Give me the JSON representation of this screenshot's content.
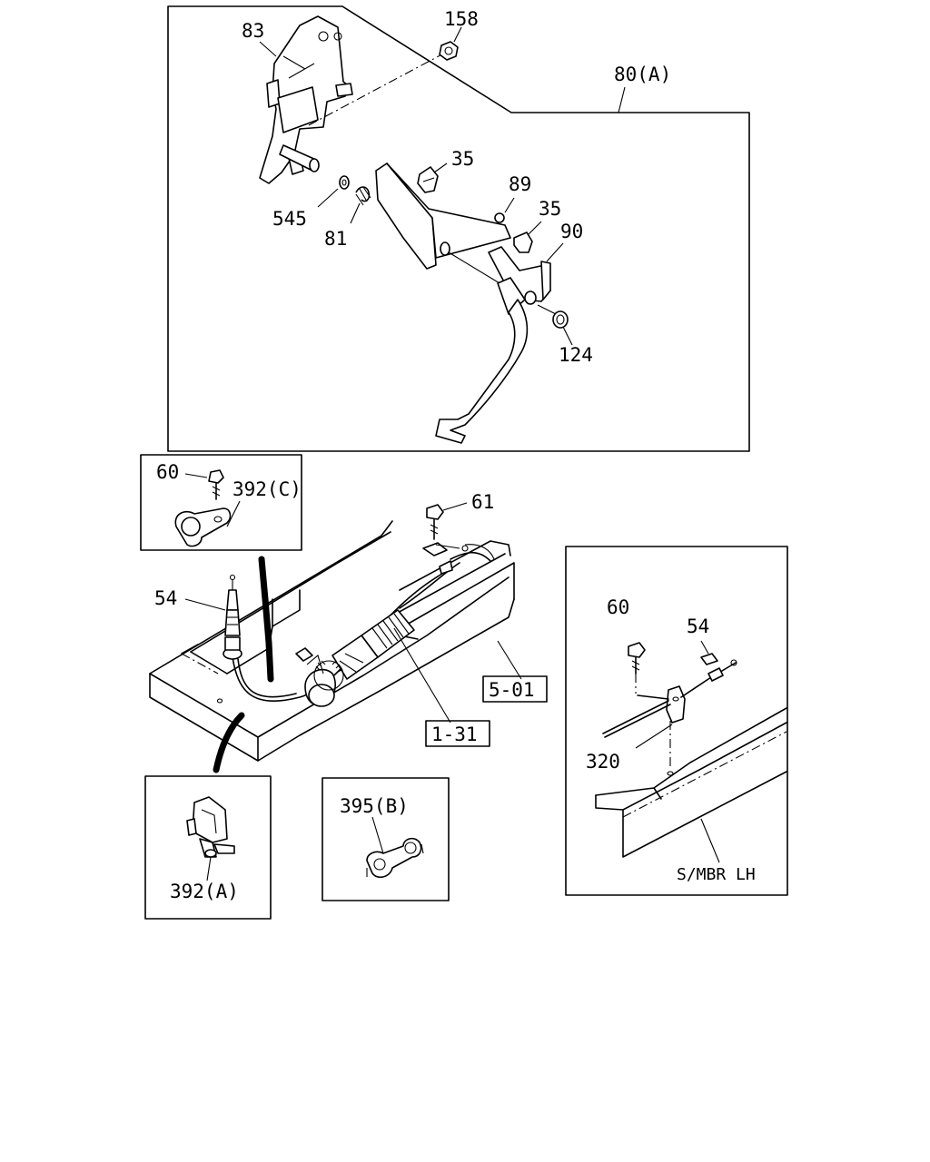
{
  "callouts": {
    "c83": "83",
    "c158": "158",
    "c80a": "80(A)",
    "c35a": "35",
    "c89": "89",
    "c35b": "35",
    "c90": "90",
    "c545": "545",
    "c81": "81",
    "c124": "124",
    "c60a": "60",
    "c392c": "392(C)",
    "c61": "61",
    "c54a": "54",
    "c501": "5-01",
    "c131": "1-31",
    "c60b": "60",
    "c54b": "54",
    "c320": "320",
    "c392a": "392(A)",
    "c395b": "395(B)"
  },
  "notes": {
    "smbr": "S/MBR LH"
  }
}
